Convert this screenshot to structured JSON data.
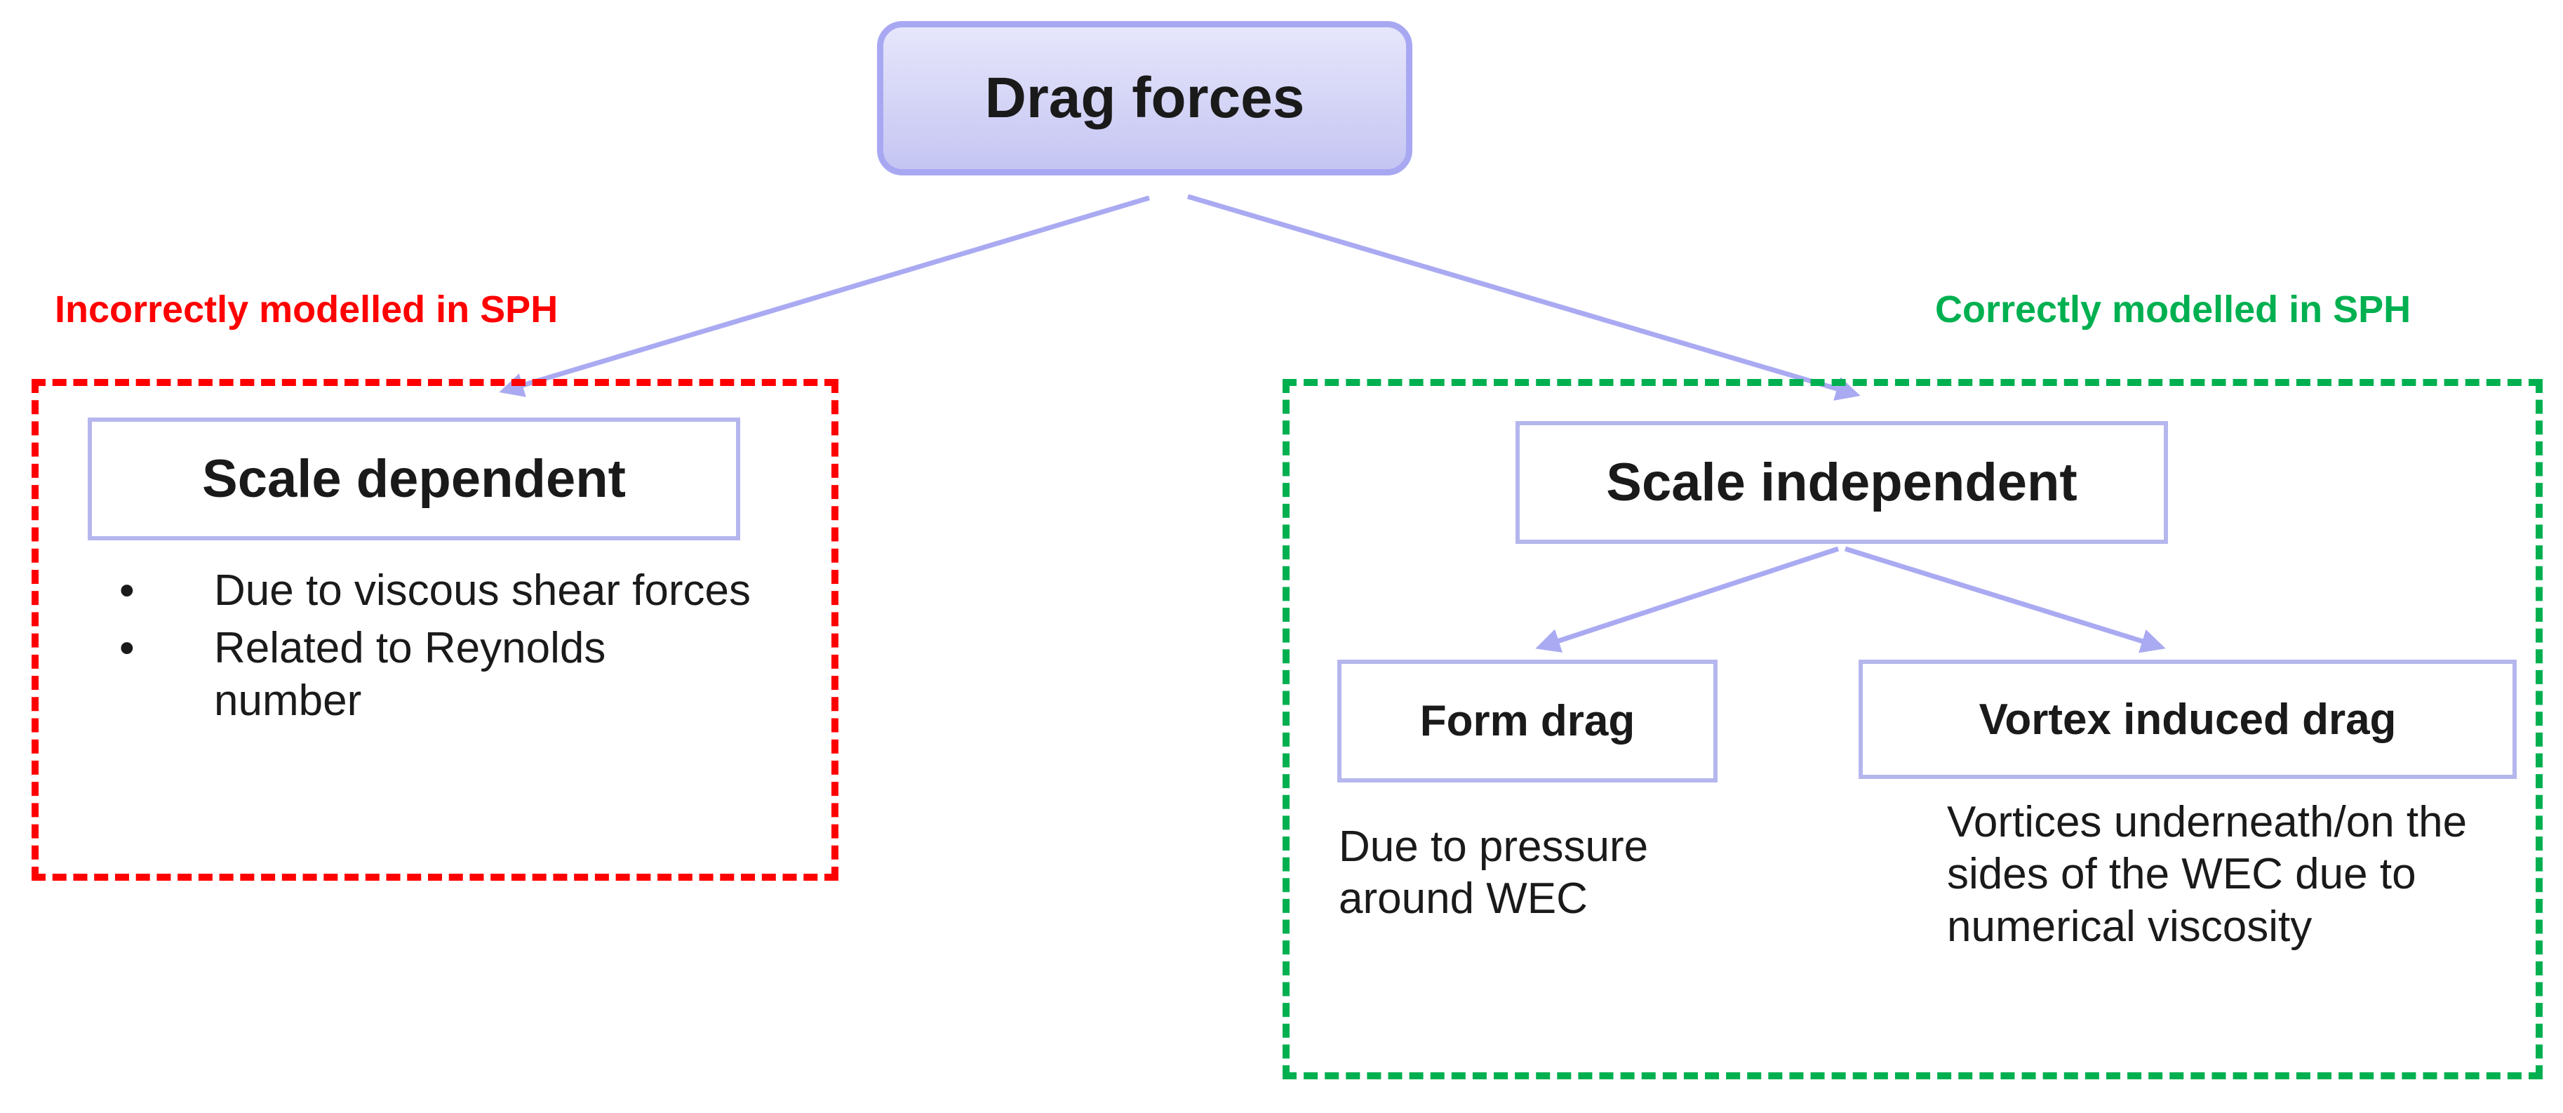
{
  "root": {
    "label": "Drag forces"
  },
  "regions": {
    "incorrect": {
      "label": "Incorrectly modelled in SPH",
      "color": "#ff0000"
    },
    "correct": {
      "label": "Correctly modelled in SPH",
      "color": "#00b050"
    }
  },
  "scale_dependent": {
    "label": "Scale dependent",
    "bullet_symbol": "•",
    "bullets": [
      "Due to viscous shear forces",
      "Related to Reynolds number"
    ]
  },
  "scale_independent": {
    "label": "Scale independent",
    "children": [
      {
        "label": "Form drag",
        "description": "Due to pressure around WEC"
      },
      {
        "label": "Vortex induced drag",
        "description": "Vortices underneath/on the sides of the WEC due to numerical viscosity"
      }
    ]
  },
  "colors": {
    "connector": "#aaaaf2",
    "node_border": "#b6b6ee",
    "root_border": "#a8a8f2"
  }
}
